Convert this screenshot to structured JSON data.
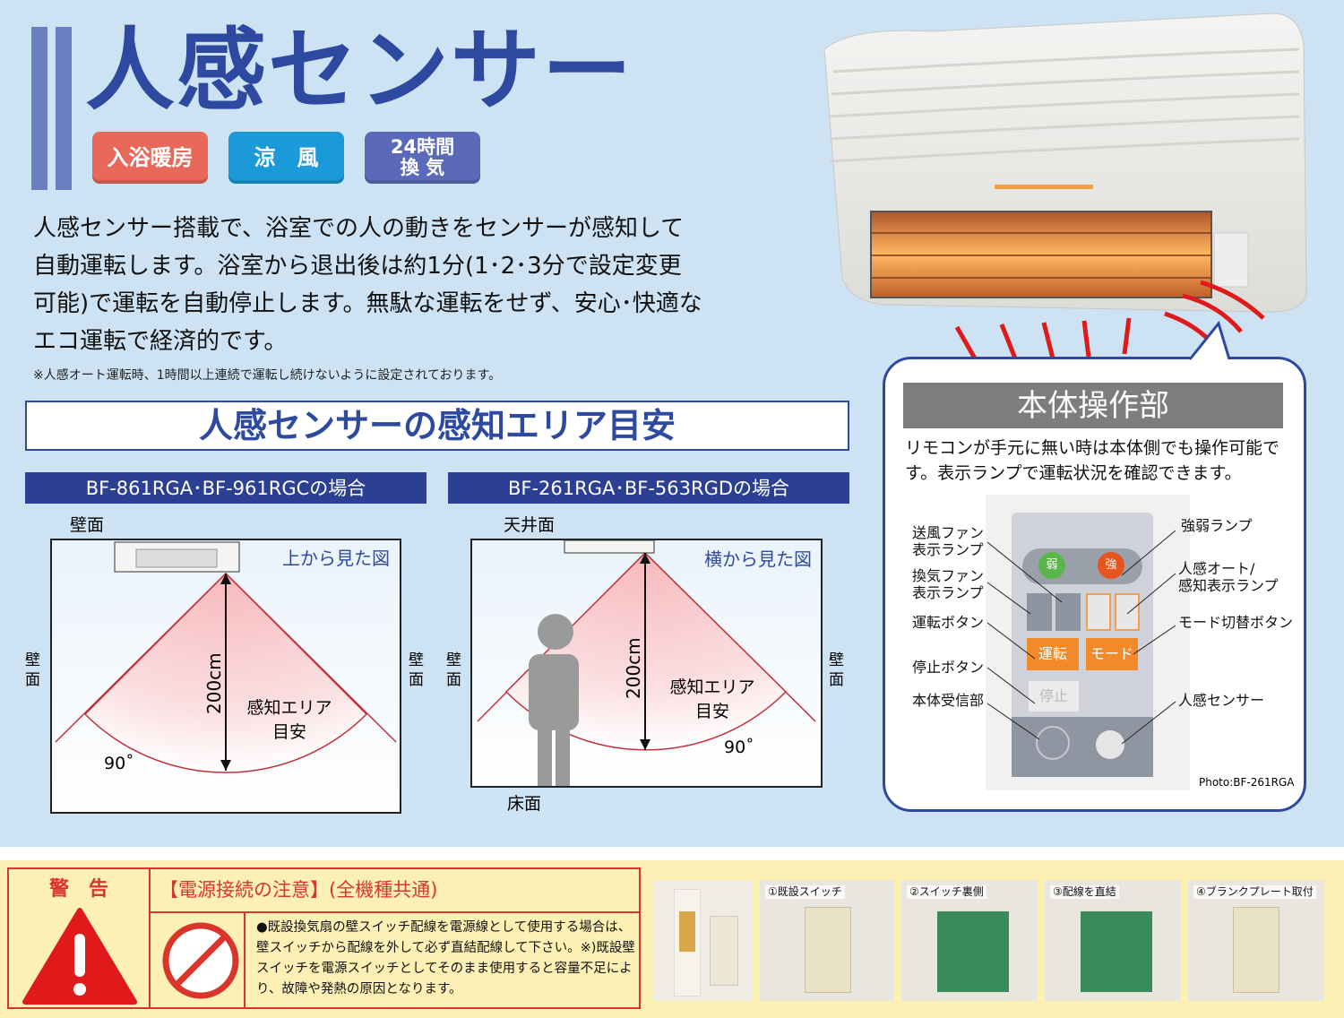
{
  "header": {
    "title": "人感センサー",
    "badges": [
      "入浴暖房",
      "涼　風",
      "24時間\n換 気"
    ],
    "badge_colors": [
      "#e8695a",
      "#1a9ad6",
      "#5a6ab8"
    ]
  },
  "description": [
    "人感センサー搭載で、浴室での人の動きをセンサーが感知して",
    "自動運転します。浴室から退出後は約1分(1･2･3分で設定変更",
    "可能)で運転を自動停止します。無駄な運転をせず、安心･快適な",
    "エコ運転で経済的です。"
  ],
  "note": "※人感オート運転時、1時間以上連続で運転し続けないように設定されております。",
  "area": {
    "title": "人感センサーの感知エリア目安",
    "left": {
      "heading": "BF-861RGA･BF-961RGCの場合",
      "top_label": "壁面",
      "side_label": "壁\n面",
      "view": "上から見た図",
      "distance": "200cm",
      "zone": [
        "感知エリア",
        "目安"
      ],
      "angle": "90˚"
    },
    "right": {
      "heading": "BF-261RGA･BF-563RGDの場合",
      "top_label": "天井面",
      "bottom_label": "床面",
      "side_label": "壁\n面",
      "view": "横から見た図",
      "distance": "200cm",
      "zone": [
        "感知エリア",
        "目安"
      ],
      "angle": "90˚"
    }
  },
  "operation": {
    "title": "本体操作部",
    "desc": "リモコンが手元に無い時は本体側でも操作可能です。表示ランプで運転状況を確認できます。",
    "left_labels": [
      "送風ファン\n表示ランプ",
      "換気ファン\n表示ランプ",
      "運転ボタン",
      "停止ボタン",
      "本体受信部"
    ],
    "right_labels": [
      "強弱ランプ",
      "人感オート/\n感知表示ランプ",
      "モード切替ボタン",
      "人感センサー"
    ],
    "panel": {
      "weak": "弱",
      "strong": "強",
      "run": "運転",
      "mode": "モード",
      "stop": "停止"
    },
    "photo_credit": "Photo:BF-261RGA"
  },
  "warning": {
    "label": "警　告",
    "heading": "【電源接続の注意】(全機種共通)",
    "text": "●既設換気扇の壁スイッチ配線を電源線として使用する場合は、壁スイッチから配線を外して必ず直結配線して下さい。※)既設壁スイッチを電源スイッチとしてそのまま使用すると容量不足により、故障や発熱の原因となります。"
  },
  "steps": [
    "①既設スイッチ",
    "②スイッチ裏側",
    "③配線を直結",
    "④ブランクプレート取付"
  ]
}
